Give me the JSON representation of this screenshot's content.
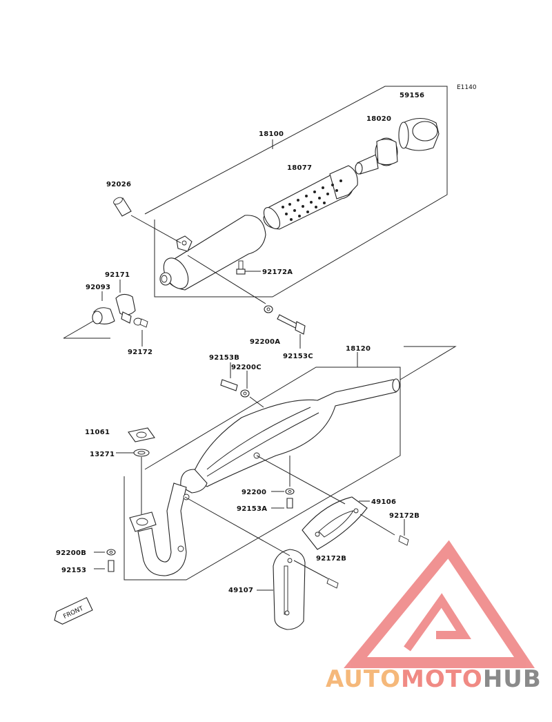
{
  "diagram_code": "E1140",
  "front_label": "FRONT",
  "watermark": {
    "word1": "AUTO",
    "word2": "MOTO",
    "word3": "HUB",
    "color1": "#f5b87a",
    "color2": "#f08a84",
    "color3": "#8a8a8a",
    "logo_color": "#ee8080"
  },
  "parts": {
    "p59156": "59156",
    "p18020": "18020",
    "p18100": "18100",
    "p18077": "18077",
    "p92026": "92026",
    "p92172A": "92172A",
    "p92171": "92171",
    "p92093": "92093",
    "p92172": "92172",
    "p92200A": "92200A",
    "p92153C": "92153C",
    "p18120": "18120",
    "p92153B": "92153B",
    "p92200C": "92200C",
    "p11061": "11061",
    "p13271": "13271",
    "p92200": "92200",
    "p49106": "49106",
    "p92153A": "92153A",
    "p92172B_1": "92172B",
    "p92200B": "92200B",
    "p92172B_2": "92172B",
    "p92153": "92153",
    "p49107": "49107"
  }
}
